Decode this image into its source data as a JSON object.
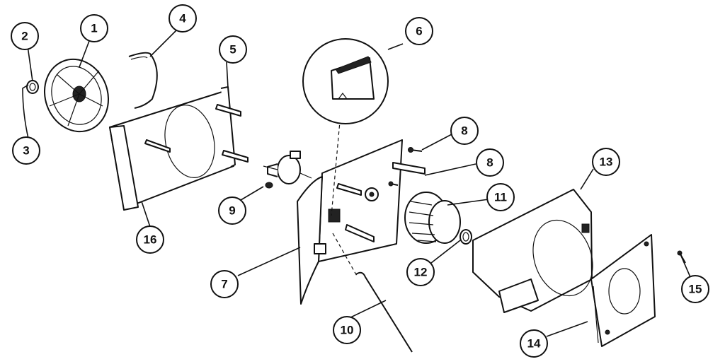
{
  "callouts": [
    "1",
    "2",
    "3",
    "4",
    "5",
    "6",
    "7",
    "8",
    "8",
    "9",
    "10",
    "11",
    "12",
    "13",
    "14",
    "15",
    "16"
  ]
}
